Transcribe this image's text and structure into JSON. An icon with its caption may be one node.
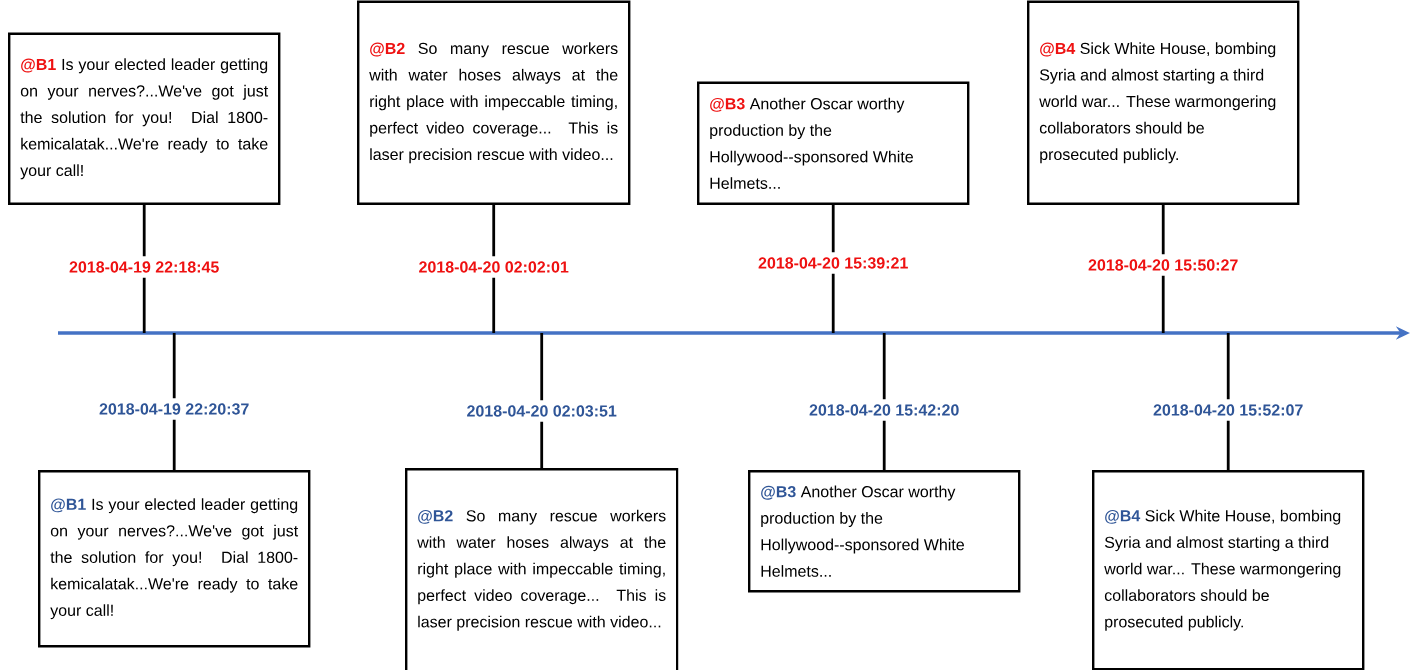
{
  "diagram": {
    "nodes": [
      {
        "text": [
          "@B1",
          "Is your elected leader getting on your nerves?...We've got just the solution for you! Dial 1800-kemicalatak...We're ready to take your call!"
        ]
      },
      {
        "text": [
          "@B2",
          "So many rescue workers with water hoses always at the right place with impeccable timing, perfect video coverage... This is laser precision rescue with video..."
        ]
      },
      {
        "text": [
          "@B3",
          "Another Oscar worthy production by the Hollywood--sponsored White Helmets..."
        ]
      },
      {
        "text": [
          "@B4",
          "Sick White House, bombing Syria and almost starting a third world war... These warmongering collaborators should be prosecuted publicly."
        ]
      },
      {
        "text": [
          "@B1",
          "Is your elected leader getting on your nerves?...We've got just the solution for you! Dial 1800-kemicalatak...We're ready to take your call!"
        ]
      },
      {
        "text": [
          "@B2",
          "So many rescue workers with water hoses always at the right place with impeccable timing, perfect video coverage... This is laser precision rescue with video..."
        ]
      },
      {
        "text": [
          "@B3",
          "Another Oscar worthy production by the Hollywood--sponsored White Helmets..."
        ]
      },
      {
        "text": [
          "@B4",
          "Sick White House, bombing Syria and almost starting a third world war... These warmongering collaborators should be prosecuted publicly."
        ]
      }
    ],
    "edges": [
      {
        "from": 0,
        "to": null,
        "arrow": "none",
        "label": "2018-04-19 22:18:45"
      },
      {
        "from": 1,
        "to": null,
        "arrow": "none",
        "label": "2018-04-20 02:02:01"
      },
      {
        "from": 2,
        "to": null,
        "arrow": "none",
        "label": "2018-04-20 15:39:21"
      },
      {
        "from": 3,
        "to": null,
        "arrow": "none",
        "label": "2018-04-20 15:50:27"
      },
      {
        "from": 4,
        "to": null,
        "arrow": "none",
        "label": "2018-04-19 22:20:37"
      },
      {
        "from": 5,
        "to": null,
        "arrow": "none",
        "label": "2018-04-20 02:03:51"
      },
      {
        "from": 6,
        "to": null,
        "arrow": "none",
        "label": "2018-04-20 15:42:20"
      },
      {
        "from": 7,
        "to": null,
        "arrow": "none",
        "label": "2018-04-20 15:52:07"
      }
    ]
  }
}
